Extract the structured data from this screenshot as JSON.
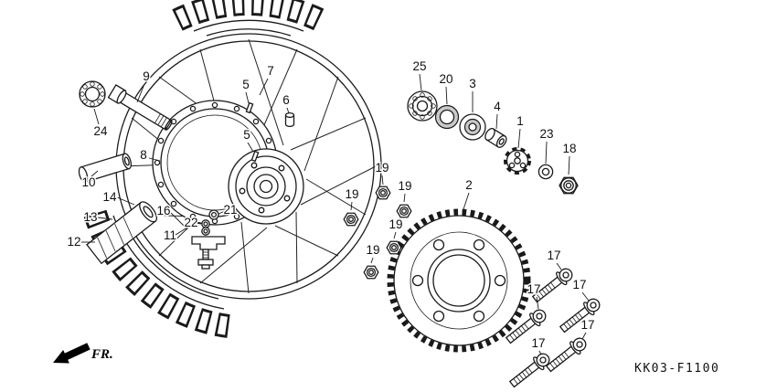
{
  "diagram": {
    "code": "KK03-F1100",
    "front_marker": "FR.",
    "callouts": [
      {
        "label": "9"
      },
      {
        "label": "24"
      },
      {
        "label": "7"
      },
      {
        "label": "5"
      },
      {
        "label": "6"
      },
      {
        "label": "5"
      },
      {
        "label": "8"
      },
      {
        "label": "10"
      },
      {
        "label": "14"
      },
      {
        "label": "13"
      },
      {
        "label": "12"
      },
      {
        "label": "11"
      },
      {
        "label": "16"
      },
      {
        "label": "22"
      },
      {
        "label": "21"
      },
      {
        "label": "25"
      },
      {
        "label": "20"
      },
      {
        "label": "3"
      },
      {
        "label": "4"
      },
      {
        "label": "1"
      },
      {
        "label": "23"
      },
      {
        "label": "18"
      },
      {
        "label": "2"
      },
      {
        "label": "19"
      },
      {
        "label": "19"
      },
      {
        "label": "19"
      },
      {
        "label": "19"
      },
      {
        "label": "19"
      },
      {
        "label": "17"
      },
      {
        "label": "17"
      },
      {
        "label": "17"
      },
      {
        "label": "17"
      },
      {
        "label": "17"
      }
    ]
  }
}
